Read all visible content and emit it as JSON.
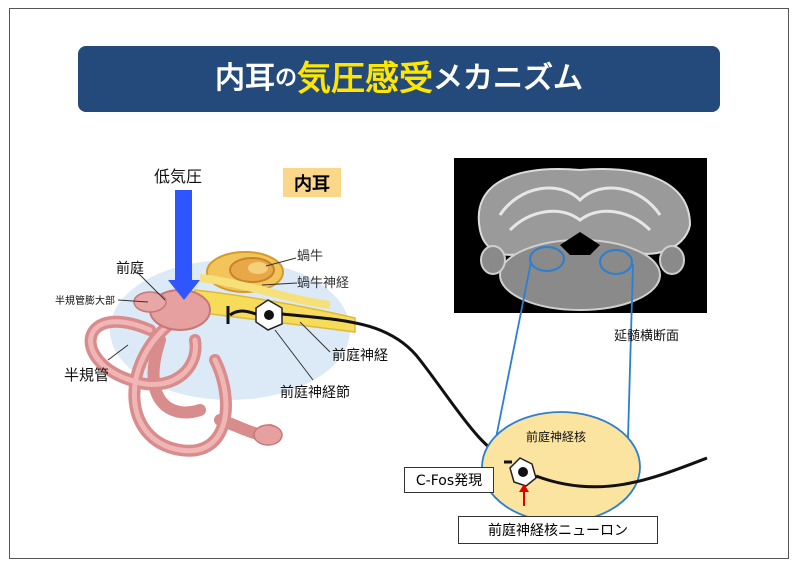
{
  "title": {
    "part1": "内耳",
    "part2": "の",
    "part3": "気圧感受",
    "part4": "メカニズム"
  },
  "labels": {
    "low_pressure": "低気圧",
    "inner_ear": "内耳",
    "cochlea": "蝸牛",
    "cochlear_nerve": "蝸牛神経",
    "vestibule": "前庭",
    "utricle": "半規管膨大部",
    "semicircular_canals": "半規管",
    "vestibular_nerve": "前庭神経",
    "vestibular_ganglion": "前庭神経節",
    "medulla_section": "延髄横断面",
    "vestibular_nucleus": "前庭神経核",
    "cfos": "C-Fos発現",
    "nucleus_neuron": "前庭神経核ニューロン"
  },
  "colors": {
    "title_bg": "#234a7a",
    "title_highlight": "#ffe600",
    "pressure_arrow": "#2f55ff",
    "inner_ear_tag": "#fbd78a",
    "nucleus_fill": "#fbe3a0",
    "zoom_lines": "#2b7fd0",
    "indicator_arrow": "#e00000"
  }
}
